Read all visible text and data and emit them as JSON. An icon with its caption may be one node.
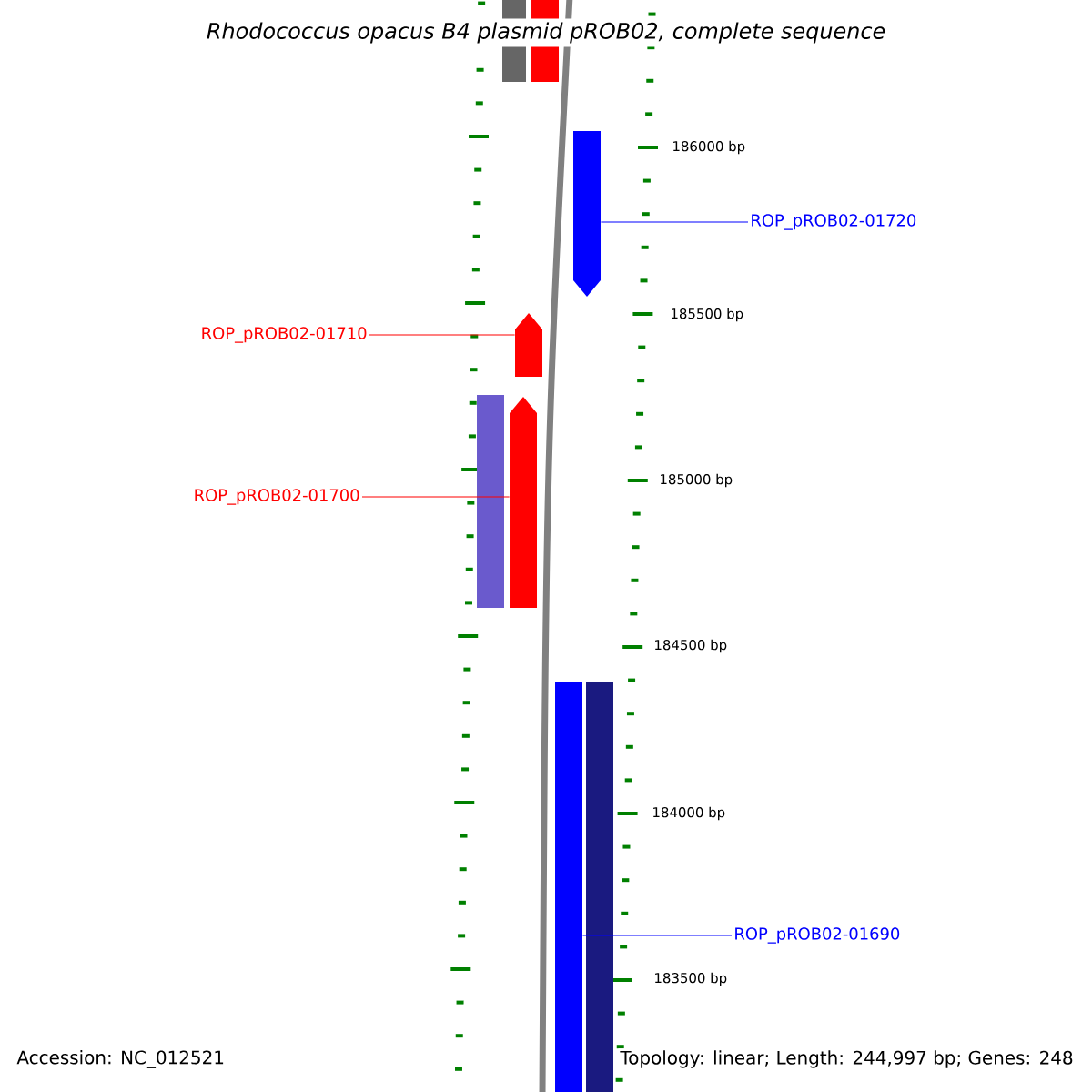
{
  "diagram": {
    "title": "Rhodococcus opacus B4 plasmid pROB02, complete sequence",
    "nodes": [
      {
        "text": [
          "ROP_pROB02-01720"
        ]
      },
      {
        "text": [
          "ROP_pROB02-01710"
        ]
      },
      {
        "text": [
          "ROP_pROB02-01700"
        ]
      },
      {
        "text": [
          "ROP_pROB02-01690"
        ]
      },
      {
        "text": [],
        "shape": "bar"
      },
      {
        "text": [],
        "shape": "bar"
      },
      {
        "text": [],
        "shape": "bar"
      },
      {
        "text": [],
        "shape": "arrow"
      },
      {
        "text": [],
        "shape": "bar"
      },
      {
        "text": [],
        "shape": "bar"
      },
      {
        "text": [],
        "shape": "bar"
      },
      {
        "text": [],
        "shape": "bar"
      }
    ],
    "edges": [
      {
        "from": 0,
        "to": 6,
        "arrow": "none",
        "color": "#0000ff"
      },
      {
        "from": 1,
        "to": 7,
        "arrow": "none",
        "color": "#ff0000"
      },
      {
        "from": 2,
        "to": 9,
        "arrow": "none",
        "color": "#ff0000"
      },
      {
        "from": 3,
        "to": 10,
        "arrow": "none",
        "color": "#0000ff"
      }
    ],
    "labels": [
      "186000 bp",
      "185500 bp",
      "185000 bp",
      "184500 bp",
      "184000 bp",
      "183500 bp",
      "Accession: NC_012521",
      "Topology: linear; Length: 244,997 bp; Genes: 248"
    ]
  }
}
